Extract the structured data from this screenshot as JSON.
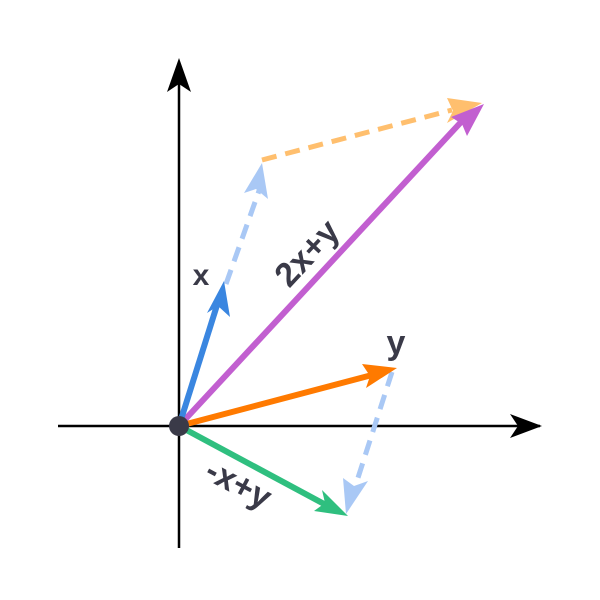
{
  "axes": {
    "color": "#000000"
  },
  "origin": {
    "color": "#3a3a48"
  },
  "vectors": {
    "x": {
      "label": "x",
      "color": "#3a86e0"
    },
    "y": {
      "label": "y",
      "color": "#ff7a00"
    },
    "sum": {
      "label": "2x+y",
      "color": "#c25fd0"
    },
    "diff": {
      "label": "-x+y",
      "color": "#2fbf7f"
    }
  },
  "guides": {
    "x_translated_a": {
      "color": "#a9c8f5"
    },
    "x_translated_b": {
      "color": "#a9c8f5"
    },
    "neg_x": {
      "color": "#a9c8f5"
    },
    "y_translated": {
      "color": "#ffbf6e"
    }
  },
  "label_color": "#3a3a48"
}
